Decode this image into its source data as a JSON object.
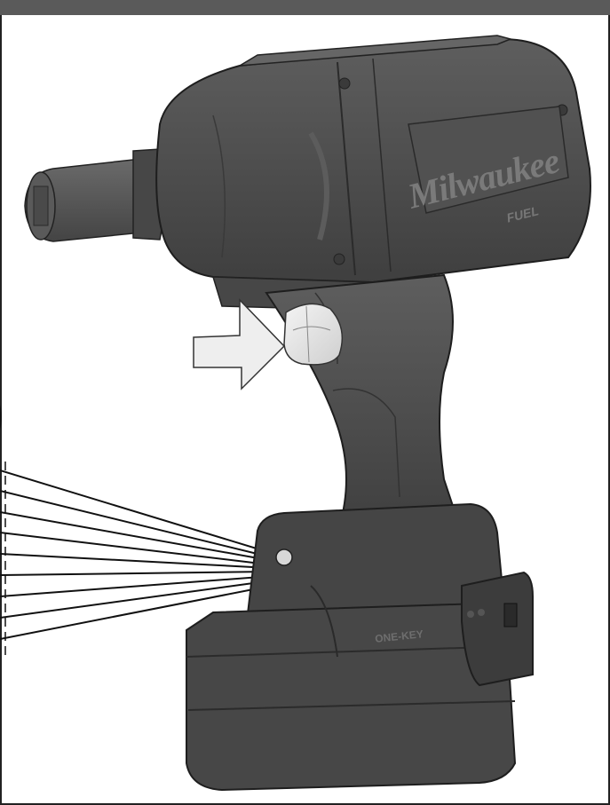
{
  "header": {
    "bar_color": "#5a5a5a"
  },
  "tool": {
    "brand_text": "Milwaukee",
    "fuel_text": "FUEL",
    "battery_text": "ONE-KEY",
    "body_color": "#4e4e4e",
    "trigger_color": "#e6e6e6"
  },
  "icons": {
    "arrow": "push-arrow-icon"
  }
}
